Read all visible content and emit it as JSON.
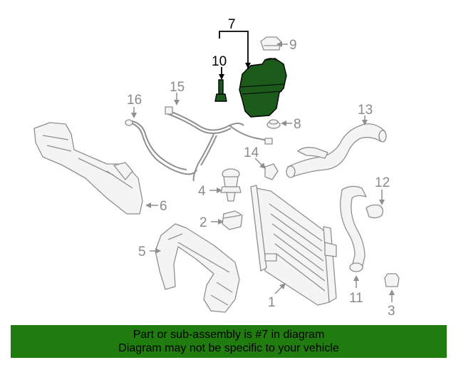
{
  "diagram": {
    "callouts": {
      "c1": "1",
      "c2": "2",
      "c3": "3",
      "c4": "4",
      "c5": "5",
      "c6": "6",
      "c7": "7",
      "c8": "8",
      "c9": "9",
      "c10": "10",
      "c11": "11",
      "c12": "12",
      "c13": "13",
      "c14": "14",
      "c15": "15",
      "c16": "16"
    },
    "highlighted_part": "7",
    "colors": {
      "highlight": "#1c5a1c",
      "banner": "#217c0f",
      "lines": "#8f8f8f"
    }
  },
  "footer": {
    "line1": "Part or sub-assembly is #7 in diagram",
    "line2": "Diagram may not be specific to your vehicle"
  }
}
